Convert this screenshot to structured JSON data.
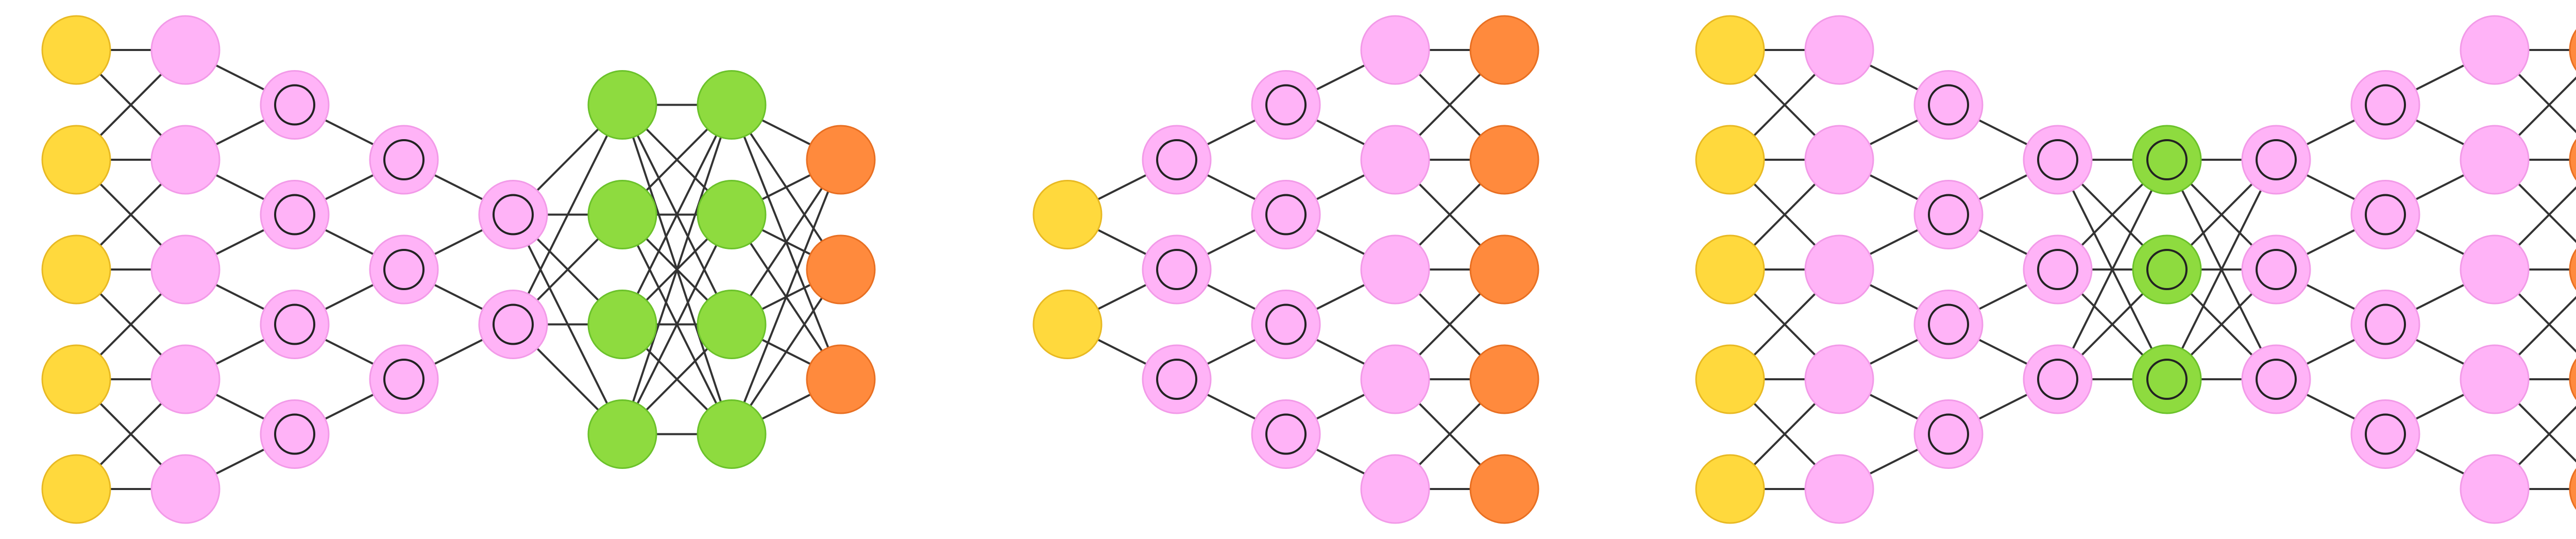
{
  "colors": {
    "input": "#ffd93d",
    "input_stroke": "#e8b923",
    "hidden": "#ffb3f7",
    "hidden_stroke": "#f29ae8",
    "conv": "#8edb3f",
    "conv_stroke": "#6bc22a",
    "output": "#ff8a3d",
    "output_stroke": "#e86f22",
    "edge": "#333333",
    "inner_ring": "#222222"
  },
  "networks": [
    {
      "name": "network-left",
      "layers": [
        {
          "type": "input",
          "count": 5,
          "inner_ring": false
        },
        {
          "type": "hidden",
          "count": 5,
          "inner_ring": false
        },
        {
          "type": "hidden",
          "count": 4,
          "inner_ring": true
        },
        {
          "type": "hidden",
          "count": 3,
          "inner_ring": true
        },
        {
          "type": "hidden",
          "count": 2,
          "inner_ring": true
        },
        {
          "type": "conv",
          "count": 4,
          "inner_ring": false
        },
        {
          "type": "conv",
          "count": 4,
          "inner_ring": false
        },
        {
          "type": "output",
          "count": 3,
          "inner_ring": false
        }
      ],
      "links": [
        "cross",
        "adjacent",
        "adjacent",
        "adjacent",
        "full",
        "full",
        "full"
      ]
    },
    {
      "name": "network-middle",
      "layers": [
        {
          "type": "input",
          "count": 2,
          "inner_ring": false
        },
        {
          "type": "hidden",
          "count": 3,
          "inner_ring": true
        },
        {
          "type": "hidden",
          "count": 4,
          "inner_ring": true
        },
        {
          "type": "hidden",
          "count": 5,
          "inner_ring": false
        },
        {
          "type": "output",
          "count": 5,
          "inner_ring": false
        }
      ],
      "links": [
        "adjacent",
        "adjacent",
        "adjacent",
        "cross"
      ]
    },
    {
      "name": "network-right",
      "layers": [
        {
          "type": "input",
          "count": 5,
          "inner_ring": false
        },
        {
          "type": "hidden",
          "count": 5,
          "inner_ring": false
        },
        {
          "type": "hidden",
          "count": 4,
          "inner_ring": true
        },
        {
          "type": "hidden",
          "count": 3,
          "inner_ring": true
        },
        {
          "type": "conv",
          "count": 3,
          "inner_ring": true
        },
        {
          "type": "hidden",
          "count": 3,
          "inner_ring": true
        },
        {
          "type": "hidden",
          "count": 4,
          "inner_ring": true
        },
        {
          "type": "hidden",
          "count": 5,
          "inner_ring": false
        },
        {
          "type": "output",
          "count": 5,
          "inner_ring": false
        }
      ],
      "links": [
        "cross",
        "adjacent",
        "adjacent",
        "full",
        "full",
        "adjacent",
        "adjacent",
        "cross"
      ]
    }
  ]
}
